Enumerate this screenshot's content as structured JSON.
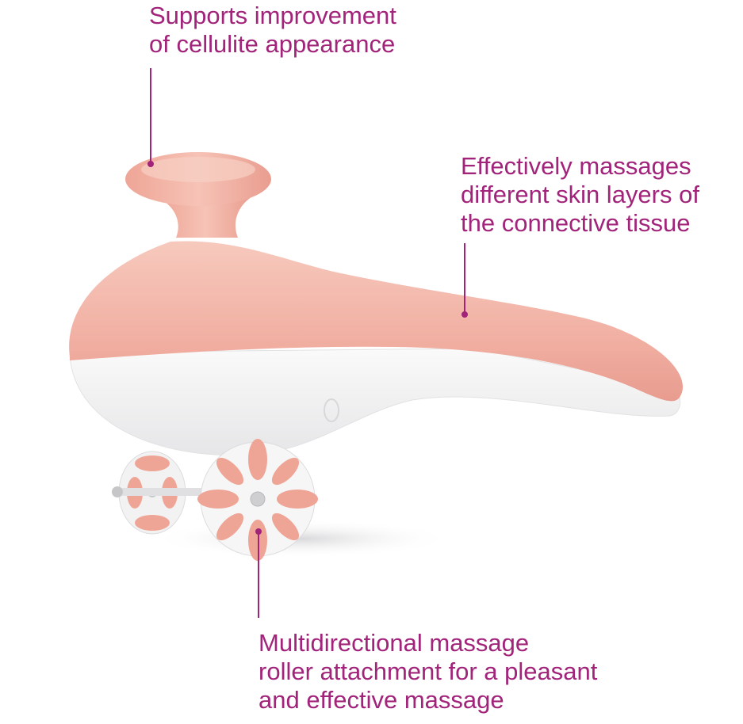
{
  "callouts": {
    "top": {
      "line1": "Supports improvement",
      "line2": "of cellulite appearance"
    },
    "right": {
      "line1": "Effectively massages",
      "line2": "different skin layers of",
      "line3": "the connective tissue"
    },
    "bottom": {
      "line1": "Multidirectional massage",
      "line2": "roller attachment for a pleasant",
      "line3": "and effective massage"
    }
  },
  "colors": {
    "accent": "#a1237a",
    "body_pink": "#f2b3a8",
    "body_white": "#f4f4f5"
  }
}
